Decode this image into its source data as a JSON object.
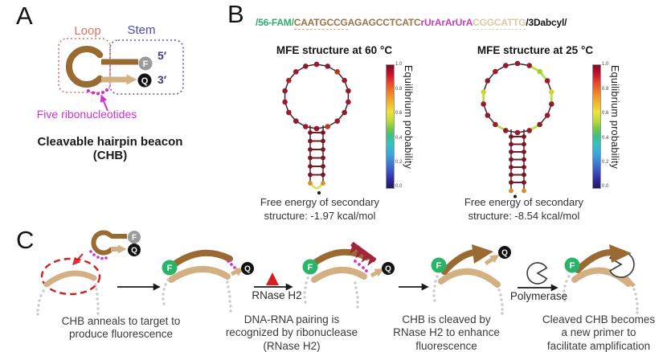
{
  "panel_a": {
    "label": "A",
    "loop_label": "Loop",
    "stem_label": "Stem",
    "five_prime": "5′",
    "three_prime": "3′",
    "fluorophore": "F",
    "quencher": "Q",
    "ribo_note": "Five ribonucleotides",
    "caption": "Cleavable hairpin beacon (CHB)"
  },
  "panel_b": {
    "label": "B",
    "sequence": {
      "segments": [
        {
          "text": "/56-FAM/",
          "role": "fam-label"
        },
        {
          "text": "CAATGCCG",
          "role": "stem-arm-5prime"
        },
        {
          "text": "AGAGCCTCATC",
          "role": "loop"
        },
        {
          "text": "rUrArArUrA",
          "role": "ribonucleotides"
        },
        {
          "text": "CGGCATTG",
          "role": "stem-arm-3prime"
        },
        {
          "text": "/3Dabcyl/",
          "role": "quencher-label"
        }
      ]
    },
    "colorbar": {
      "label": "Equilibrium probability",
      "ticks": [
        "1.0",
        "0.8",
        "0.6",
        "0.4",
        "0.2",
        "0.0"
      ]
    },
    "structures": [
      {
        "title": "MFE structure at 60 °C",
        "free_energy": "Free energy of secondary\nstructure: -1.97 kcal/mol",
        "loop_node_colors": [
          "#991b2d",
          "#8e1c2c",
          "#b23c20",
          "#991b2d",
          "#8e1c2c",
          "#991b2d",
          "#8e1c2c",
          "#991b2d",
          "#b23c20",
          "#8e1c2c",
          "#991b2d",
          "#8e1c2c",
          "#991b2d",
          "#991b2d",
          "#8e1c2c",
          "#a62a1e",
          "#991b2d",
          "#8e1c2c"
        ],
        "green_segments": [],
        "stem_rungs": 6,
        "stem_node_color": "#7e1622",
        "terminal": "loop",
        "terminal_loop_color": "#dde04e",
        "terminal_node_color": "#d98f28"
      },
      {
        "title": "MFE structure at 25 °C",
        "free_energy": "Free energy of secondary\nstructure: -8.54 kcal/mol",
        "loop_node_colors": [
          "#8e1c2c",
          "#991b2d",
          "#9fd338",
          "#991b2d",
          "#c9d92e",
          "#8e1c2c",
          "#991b2d",
          "#8e1c2c",
          "#991b2d",
          "#991b2d",
          "#8e1c2c",
          "#991b2d",
          "#8e1c2c",
          "#991b2d",
          "#c9d92e",
          "#8e1c2c",
          "#991b2d",
          "#8e1c2c"
        ],
        "green_segments": [
          1,
          2,
          4,
          7,
          10,
          13
        ],
        "stem_rungs": 7,
        "stem_node_color": "#7e1622",
        "terminal": "pair",
        "terminal_loop_color": "#dde04e",
        "terminal_node_color": "#d98f28"
      }
    ]
  },
  "panel_c": {
    "label": "C",
    "fluorophore": "F",
    "quencher": "Q",
    "rnase_label": "RNase H2",
    "polymerase_label": "Polymerase",
    "steps": [
      {
        "caption": "CHB anneals to target to\nproduce fluorescence"
      },
      {
        "caption": "DNA-RNA pairing is\nrecognized by ribonuclease\n(RNase H2)"
      },
      {
        "caption": "CHB is cleaved by\nRNase H2 to enhance\nfluorescence"
      },
      {
        "caption": "Cleaved CHB becomes\na new primer to\nfacilitate amplification"
      }
    ]
  },
  "colors": {
    "dna_brown": "#9a6a33",
    "target_tan": "#d3b084",
    "rna_magenta": "#d12fd1",
    "fam_green": "#29b46a",
    "fluor_gray": "#9b9b9b",
    "quencher_black": "#131313",
    "rnase_red": "#d62020",
    "comb_dark_red": "#a2253c",
    "loop_box": "#e0715e",
    "stem_box": "#4a4aae"
  }
}
